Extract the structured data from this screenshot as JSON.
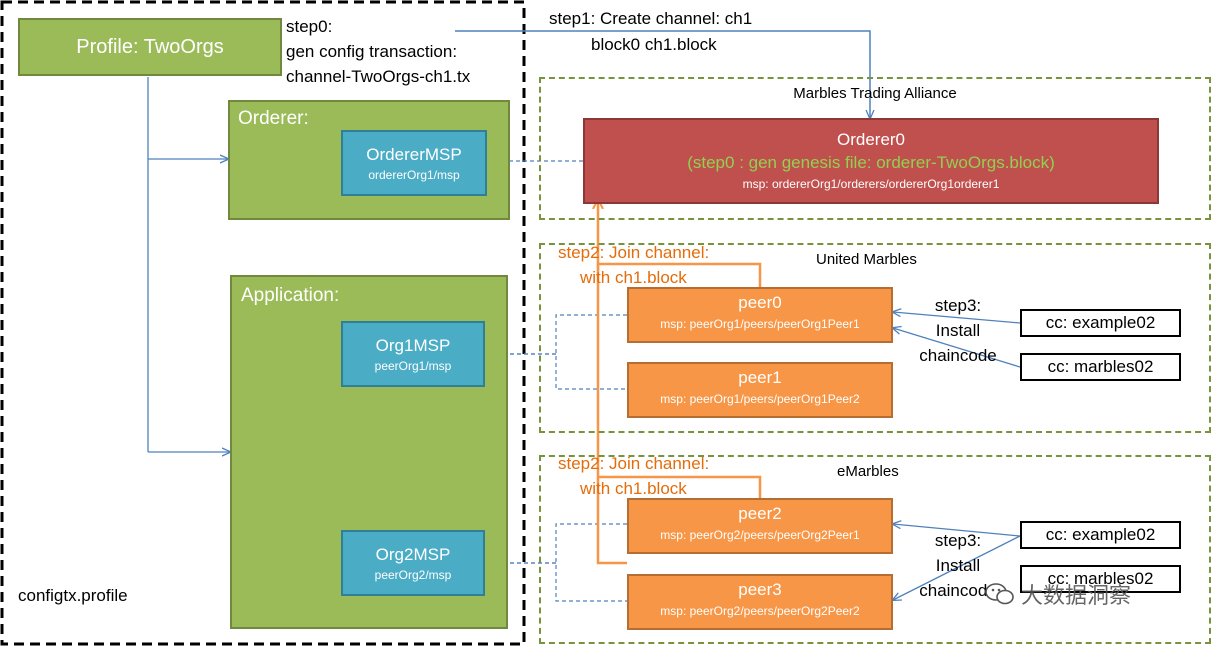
{
  "profile": {
    "title": "Profile: TwoOrgs",
    "footer": "configtx.profile"
  },
  "step0": {
    "lines": [
      "step0:",
      "gen config transaction:",
      "channel-TwoOrgs-ch1.tx"
    ]
  },
  "step1": {
    "line1": "step1: Create  channel: ch1",
    "line2": "block0 ch1.block"
  },
  "orderer_section": {
    "title": "Orderer:",
    "msp": {
      "name": "OrdererMSP",
      "path": "ordererOrg1/msp"
    }
  },
  "application_section": {
    "title": "Application:",
    "msps": [
      {
        "name": "Org1MSP",
        "path": "peerOrg1/msp"
      },
      {
        "name": "Org2MSP",
        "path": "peerOrg2/msp"
      }
    ]
  },
  "alliance": {
    "title": "Marbles Trading Alliance",
    "orderer0": {
      "name": "Orderer0",
      "genesis": "(step0 : gen genesis file: orderer-TwoOrgs.block)",
      "msp": "msp: ordererOrg1/orderers/ordererOrg1orderer1"
    }
  },
  "united": {
    "title": "United Marbles",
    "step2": [
      "step2: Join channel:",
      "with ch1.block"
    ],
    "peers": [
      {
        "name": "peer0",
        "msp": "msp: peerOrg1/peers/peerOrg1Peer1"
      },
      {
        "name": "peer1",
        "msp": "msp: peerOrg1/peers/peerOrg1Peer2"
      }
    ],
    "step3": [
      "step3:",
      "Install",
      "chaincode"
    ],
    "chaincodes": [
      "cc: example02",
      "cc: marbles02"
    ]
  },
  "emarbles": {
    "title": "eMarbles",
    "step2": [
      "step2: Join channel:",
      "with ch1.block"
    ],
    "peers": [
      {
        "name": "peer2",
        "msp": "msp: peerOrg2/peers/peerOrg2Peer1"
      },
      {
        "name": "peer3",
        "msp": "msp: peerOrg2/peers/peerOrg2Peer2"
      }
    ],
    "step3": [
      "step3:",
      "Install",
      "chaincode"
    ],
    "chaincodes": [
      "cc: example02",
      "cc: marbles02"
    ]
  },
  "watermark": "大数据洞察",
  "colors": {
    "green": "#9bbb59",
    "teal": "#4bacc6",
    "red": "#c0504d",
    "orange": "#f79646",
    "arrow_blue": "#4f81bd",
    "orange_line": "#f79646"
  }
}
